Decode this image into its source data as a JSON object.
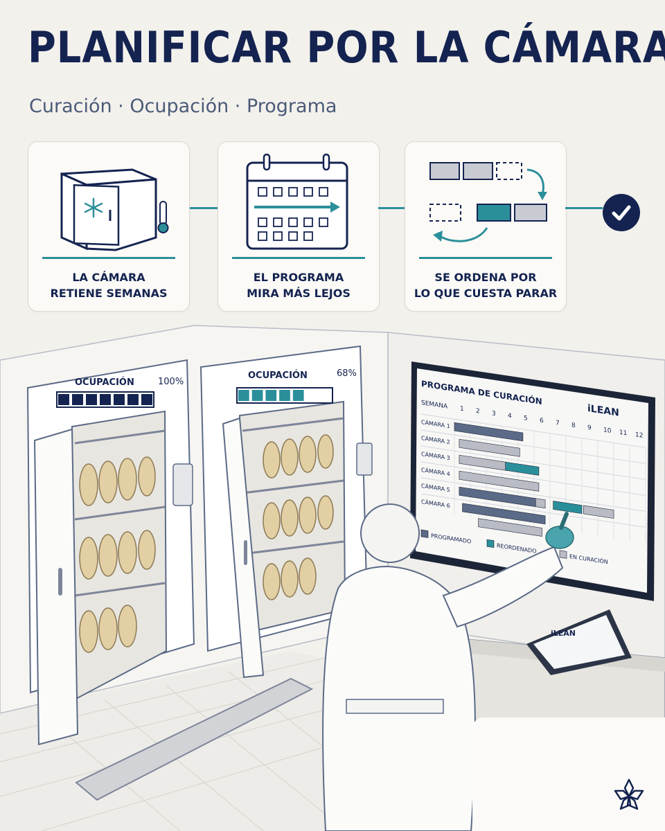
{
  "header": {
    "title": "PLANIFICAR POR LA CÁMARA",
    "subtitle": "Curación · Ocupación · Programa"
  },
  "steps": [
    {
      "icon": "cold-room-icon",
      "line1": "LA CÁMARA",
      "line2": "RETIENE SEMANAS"
    },
    {
      "icon": "calendar-icon",
      "line1": "EL PROGRAMA",
      "line2": "MIRA MÁS LEJOS"
    },
    {
      "icon": "reorder-blocks-icon",
      "line1": "SE ORDENA POR",
      "line2": "LO QUE CUESTA PARAR"
    }
  ],
  "chambers": [
    {
      "label": "OCUPACIÓN",
      "percent_text": "100%",
      "occupancy": 1.0
    },
    {
      "label": "OCUPACIÓN",
      "percent_text": "68%",
      "occupancy": 0.68
    }
  ],
  "board": {
    "title": "PROGRAMA DE CURACIÓN",
    "brand": "iLEAN",
    "week_label": "SEMANA",
    "weeks": [
      "1",
      "2",
      "3",
      "4",
      "5",
      "6",
      "7",
      "8",
      "9",
      "10",
      "11",
      "12"
    ],
    "rows": [
      "CÁMARA 1",
      "CÁMARA 2",
      "CÁMARA 3",
      "CÁMARA 4",
      "CÁMARA 5",
      "CÁMARA 6"
    ],
    "legend": [
      "PROGRAMADO",
      "REORDENADO",
      "EN CURACIÓN"
    ],
    "colors": {
      "scheduled": "#5b6a86",
      "reordered": "#2b8f9a",
      "curing": "#b9bcc4"
    }
  },
  "tablet": {
    "brand": "iLEAN"
  }
}
